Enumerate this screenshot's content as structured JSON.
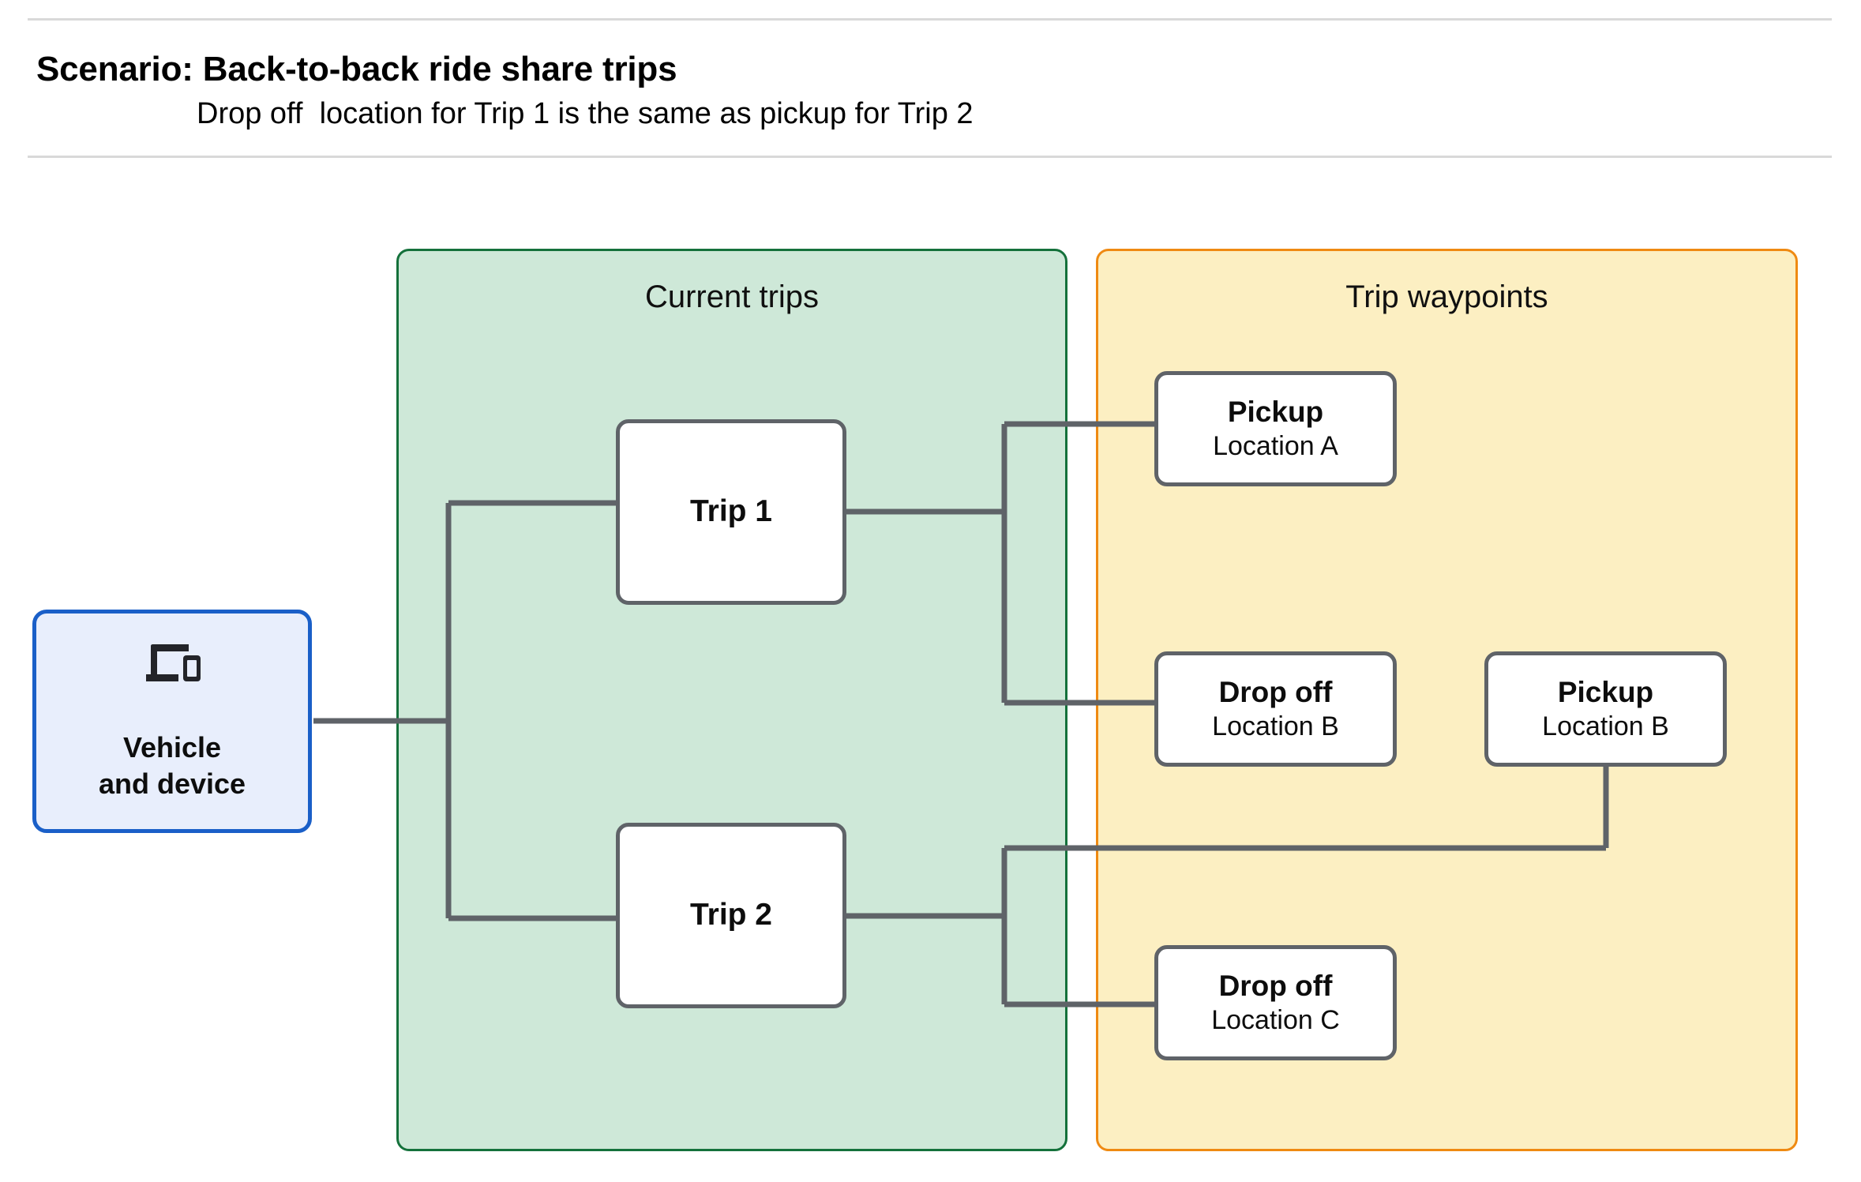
{
  "header": {
    "title": "Scenario: Back-to-back ride share trips",
    "subtitle": "Drop off  location for Trip 1 is the same as pickup for Trip 2"
  },
  "lanes": {
    "current_trips": {
      "title": "Current trips",
      "fill": "#cee8d8",
      "border": "#14713b"
    },
    "trip_waypoints": {
      "title": "Trip waypoints",
      "fill": "#fcefc2",
      "border": "#ef8a12"
    }
  },
  "vehicle_device": {
    "label": "Vehicle\nand device",
    "icon": "devices-icon",
    "fill": "#e8eefc",
    "border": "#1a5fc8"
  },
  "trips": [
    {
      "label": "Trip 1"
    },
    {
      "label": "Trip 2"
    }
  ],
  "waypoints": [
    {
      "id": "pickup-a",
      "title": "Pickup",
      "location": "Location A"
    },
    {
      "id": "dropoff-b",
      "title": "Drop off",
      "location": "Location B"
    },
    {
      "id": "pickup-b",
      "title": "Pickup",
      "location": "Location B"
    },
    {
      "id": "dropoff-c",
      "title": "Drop off",
      "location": "Location C"
    }
  ],
  "connectors": {
    "stroke": "#5f6368",
    "edges": [
      {
        "from": "vehicle-and-device",
        "to": "trip-1"
      },
      {
        "from": "vehicle-and-device",
        "to": "trip-2"
      },
      {
        "from": "trip-1",
        "to": "pickup-a"
      },
      {
        "from": "trip-1",
        "to": "dropoff-b"
      },
      {
        "from": "trip-2",
        "to": "pickup-b"
      },
      {
        "from": "trip-2",
        "to": "dropoff-c"
      }
    ]
  }
}
